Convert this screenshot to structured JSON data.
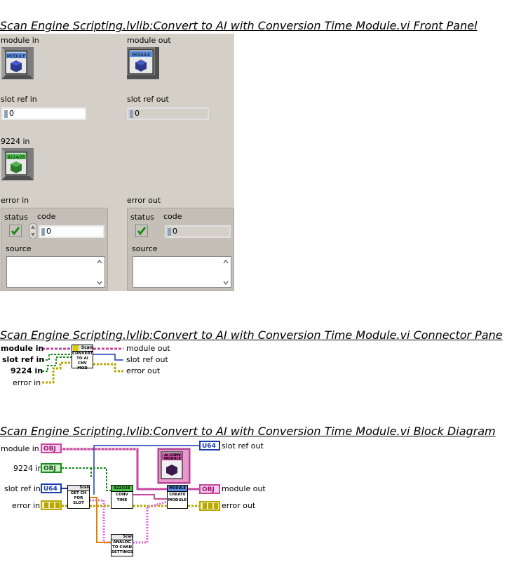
{
  "front_panel": {
    "title": "Scan Engine Scripting.lvlib:Convert to AI with Conversion Time Module.vi Front Panel",
    "module_in_label": "module in",
    "module_out_label": "module out",
    "module_icon_text": "MODULE",
    "slot_ref_in_label": "slot ref in",
    "slot_ref_in_value": "0",
    "slot_ref_out_label": "slot ref out",
    "slot_ref_out_value": "0",
    "in_9224_label": "9224 in",
    "in_9224_icon_text": "9224/28",
    "error_in": {
      "label": "error in",
      "status_label": "status",
      "code_label": "code",
      "code_value": "0",
      "source_label": "source"
    },
    "error_out": {
      "label": "error out",
      "status_label": "status",
      "code_label": "code",
      "code_value": "0",
      "source_label": "source"
    }
  },
  "connector_pane": {
    "title": "Scan Engine Scripting.lvlib:Convert to AI with Conversion Time Module.vi Connector Pane",
    "inputs": [
      "module in",
      "slot ref in",
      "9224 in",
      "error in"
    ],
    "outputs": [
      "module out",
      "slot ref out",
      "error out"
    ],
    "icon_header": "Scan",
    "icon_lines": [
      "CONVERT",
      "TO AI",
      "CNV MOD"
    ]
  },
  "block_diagram": {
    "title": "Scan Engine Scripting.lvlib:Convert to AI with Conversion Time Module.vi Block Diagram",
    "terminals_in": [
      "module in",
      "9224 in",
      "slot ref in",
      "error in"
    ],
    "terminals_out": [
      "slot ref out",
      "module out",
      "error out"
    ],
    "terminal_types": {
      "obj": "OBJ",
      "u64": "U64"
    },
    "nodes": {
      "get_ch": [
        "GET CH",
        "FOR",
        "SLOT"
      ],
      "conv_time": [
        "CONV",
        "TIME"
      ],
      "conv_time_header": "9224/28",
      "create_module": [
        "CREATE",
        "MODULE"
      ],
      "create_module_header": "MODULE",
      "analog": [
        "ANALOG",
        "TO CHAN",
        "SETTINGS"
      ],
      "const_module_text": "AI CONV MODULE",
      "scan_header": "Scan"
    }
  }
}
